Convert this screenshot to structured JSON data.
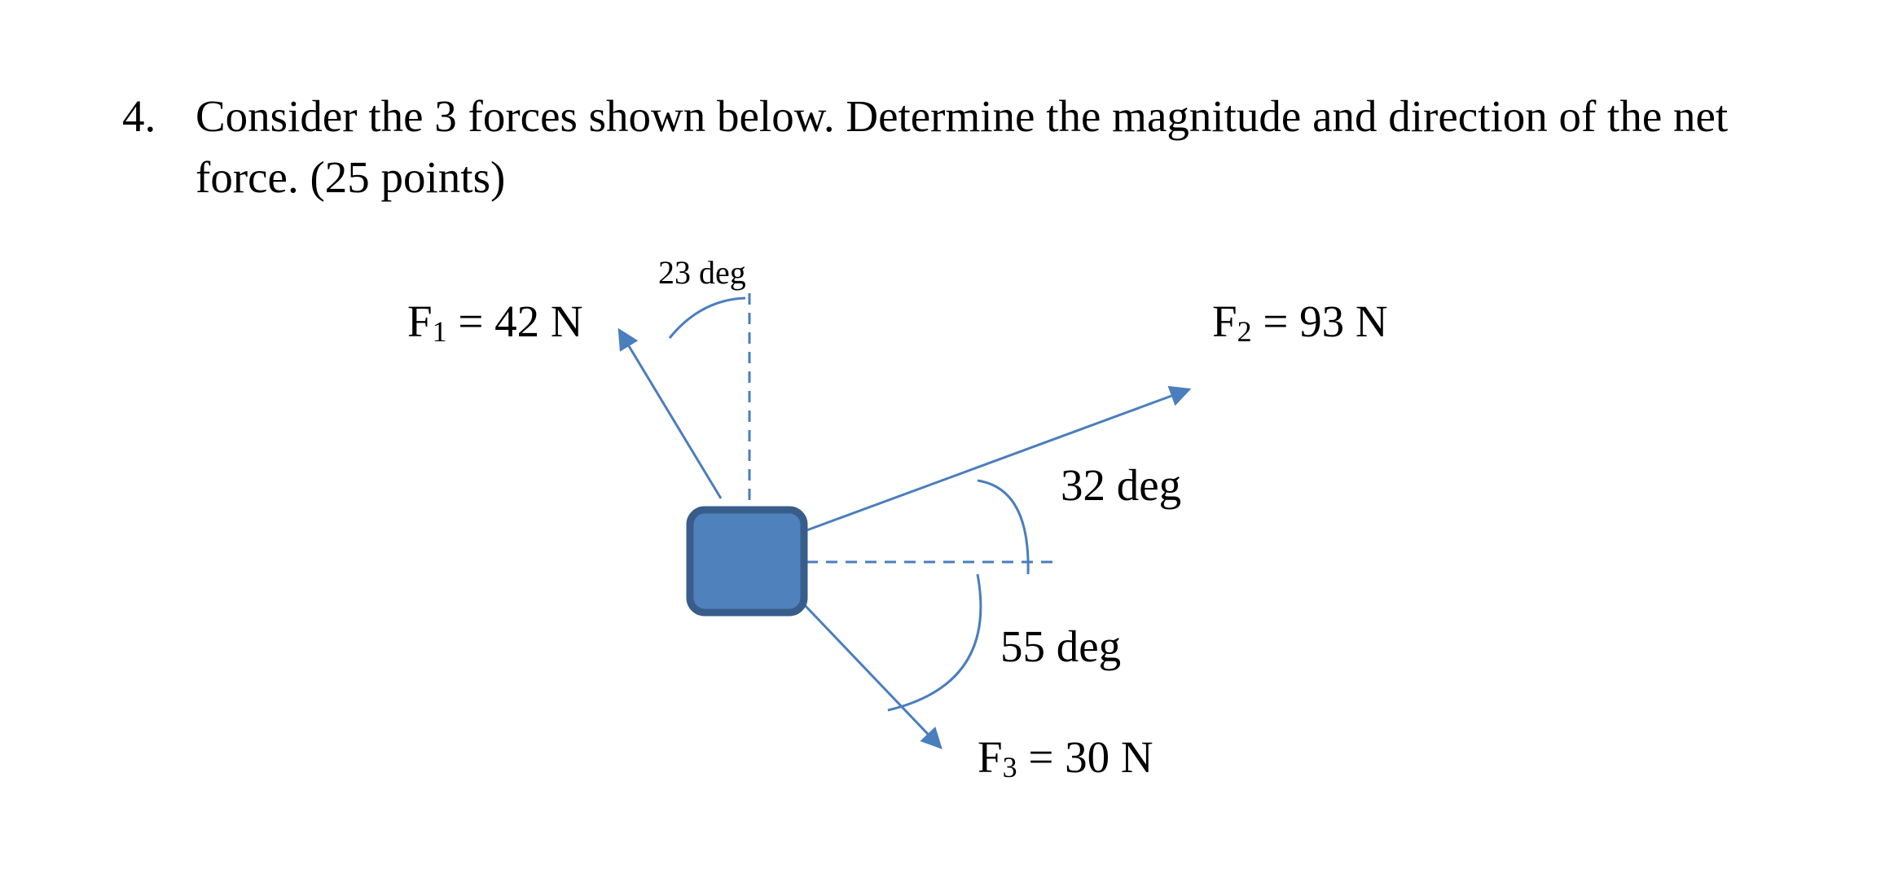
{
  "problem": {
    "number": "4.",
    "text_line1": "Consider the 3 forces shown below.  Determine the magnitude and direction of the net",
    "text_line2": "force.   (25 points)"
  },
  "diagram": {
    "forces": [
      {
        "symbol": "F",
        "subscript": "1",
        "value_text": " = 42 N"
      },
      {
        "symbol": "F",
        "subscript": "2",
        "value_text": " = 93 N"
      },
      {
        "symbol": "F",
        "subscript": "3",
        "value_text": " = 30 N"
      }
    ],
    "angles": {
      "f1_from_vertical": "23 deg",
      "f2_above_horizontal": "32 deg",
      "f3_below_horizontal": "55 deg"
    },
    "colors": {
      "arrow": "#4a7ebd",
      "box_fill": "#4f81bd",
      "box_stroke": "#385d8a",
      "text": "#000000"
    }
  }
}
